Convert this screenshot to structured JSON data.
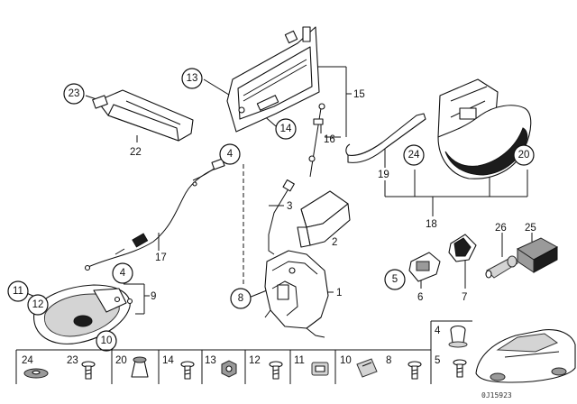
{
  "callouts": [
    {
      "id": "c23",
      "label": "23"
    },
    {
      "id": "c13",
      "label": "13"
    },
    {
      "id": "c14",
      "label": "14"
    },
    {
      "id": "c4a",
      "label": "4"
    },
    {
      "id": "c24",
      "label": "24"
    },
    {
      "id": "c20",
      "label": "20"
    },
    {
      "id": "c4b",
      "label": "4"
    },
    {
      "id": "c8",
      "label": "8"
    },
    {
      "id": "c5",
      "label": "5"
    },
    {
      "id": "c11",
      "label": "11"
    },
    {
      "id": "c12",
      "label": "12"
    },
    {
      "id": "c10",
      "label": "10"
    }
  ],
  "labels": [
    {
      "id": "l22",
      "text": "22"
    },
    {
      "id": "l15",
      "text": "15"
    },
    {
      "id": "l16",
      "text": "16"
    },
    {
      "id": "l19",
      "text": "19"
    },
    {
      "id": "l18",
      "text": "18"
    },
    {
      "id": "l3",
      "text": "3"
    },
    {
      "id": "l2",
      "text": "2"
    },
    {
      "id": "l17",
      "text": "17"
    },
    {
      "id": "l26",
      "text": "26"
    },
    {
      "id": "l25",
      "text": "25"
    },
    {
      "id": "l9",
      "text": "9"
    },
    {
      "id": "l1",
      "text": "1"
    },
    {
      "id": "l6",
      "text": "6"
    },
    {
      "id": "l7",
      "text": "7"
    }
  ],
  "hardware_table": [
    {
      "id": "h24",
      "label": "24"
    },
    {
      "id": "h23",
      "label": "23"
    },
    {
      "id": "h20",
      "label": "20"
    },
    {
      "id": "h14",
      "label": "14"
    },
    {
      "id": "h13",
      "label": "13"
    },
    {
      "id": "h12",
      "label": "12"
    },
    {
      "id": "h11",
      "label": "11"
    },
    {
      "id": "h10",
      "label": "10"
    },
    {
      "id": "h8",
      "label": "8"
    },
    {
      "id": "h5",
      "label": "5"
    },
    {
      "id": "h4",
      "label": "4"
    }
  ],
  "diagram_code": "0J15923"
}
